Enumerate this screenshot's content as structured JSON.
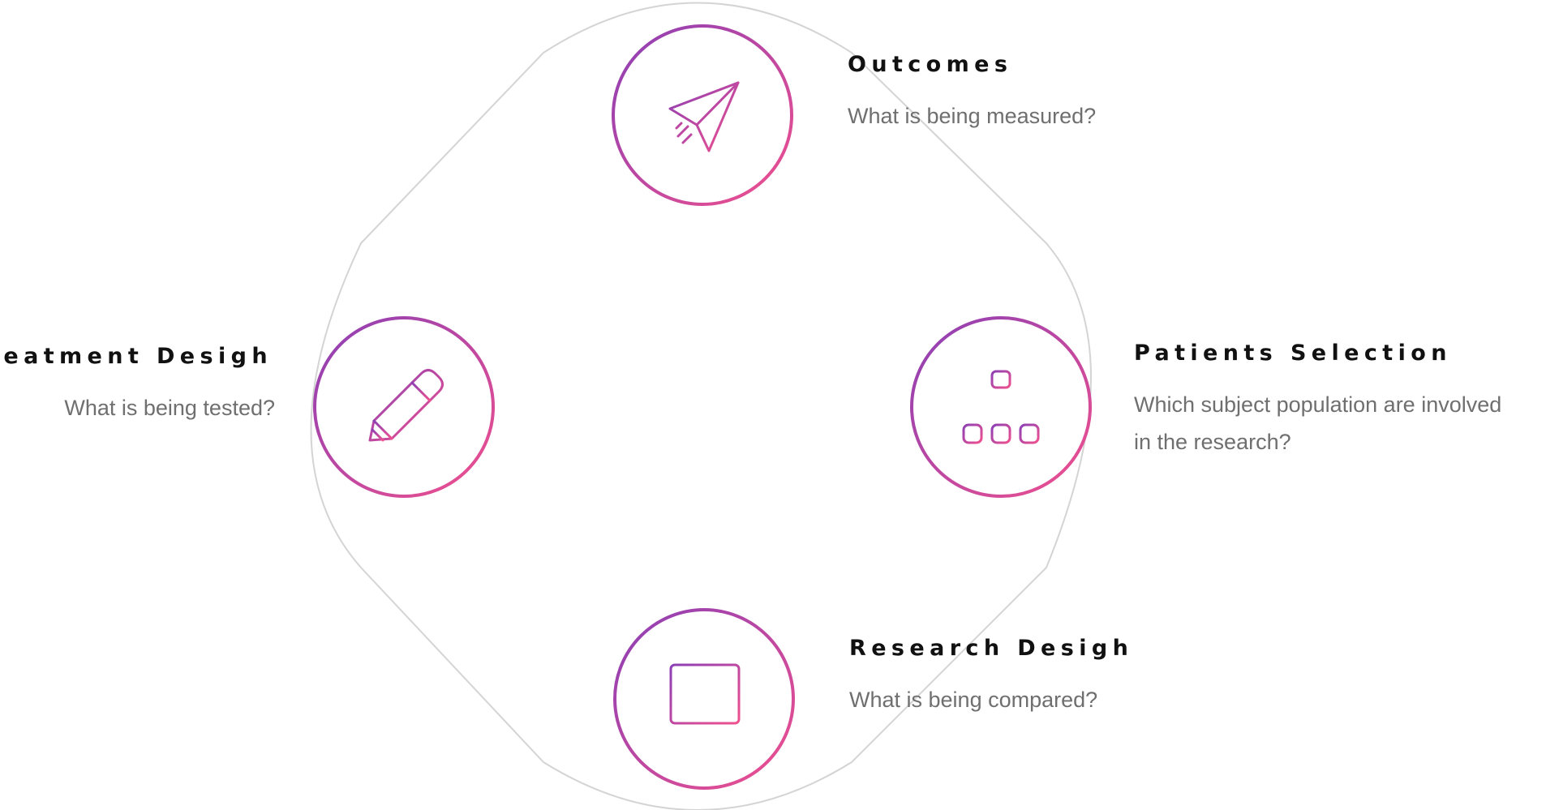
{
  "colors": {
    "gradient_start": "#8B3FB5",
    "gradient_end": "#F0508E",
    "outline": "#d4d4d4",
    "title": "#111111",
    "description": "#6f6f6f"
  },
  "nodes": {
    "outcomes": {
      "title": "Outcomes",
      "description": [
        "What is being measured?"
      ],
      "icon": "paper-plane-icon"
    },
    "treatment": {
      "title": "Treatment Desigh",
      "description": [
        "What is being tested?"
      ],
      "icon": "pencil-icon"
    },
    "patients": {
      "title": "Patients Selection",
      "description": [
        "Which subject population are involved",
        "in the research?"
      ],
      "icon": "org-chart-icon"
    },
    "research": {
      "title": "Research Desigh",
      "description": [
        "What is being compared?"
      ],
      "icon": "monitor-icon"
    }
  }
}
